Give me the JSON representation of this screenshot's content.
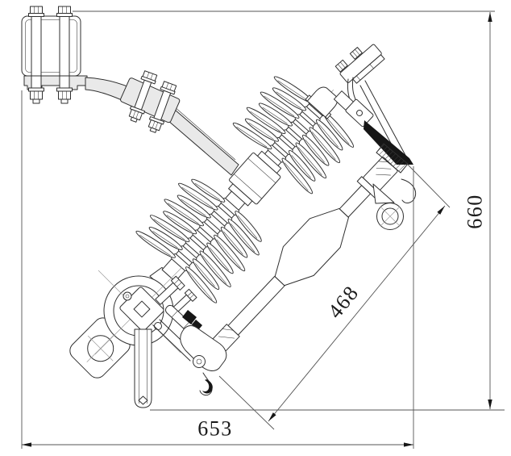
{
  "drawing": {
    "background_color": "#ffffff",
    "line_color": "#2f2f2f",
    "fill_light_gray": "#e9e9e9",
    "dimension_line_color": "#555555",
    "dimension_text_color": "#1b1b1b",
    "dimensions": {
      "overall_height": "660",
      "fuse_tube_length": "468",
      "overall_width": "653"
    }
  }
}
